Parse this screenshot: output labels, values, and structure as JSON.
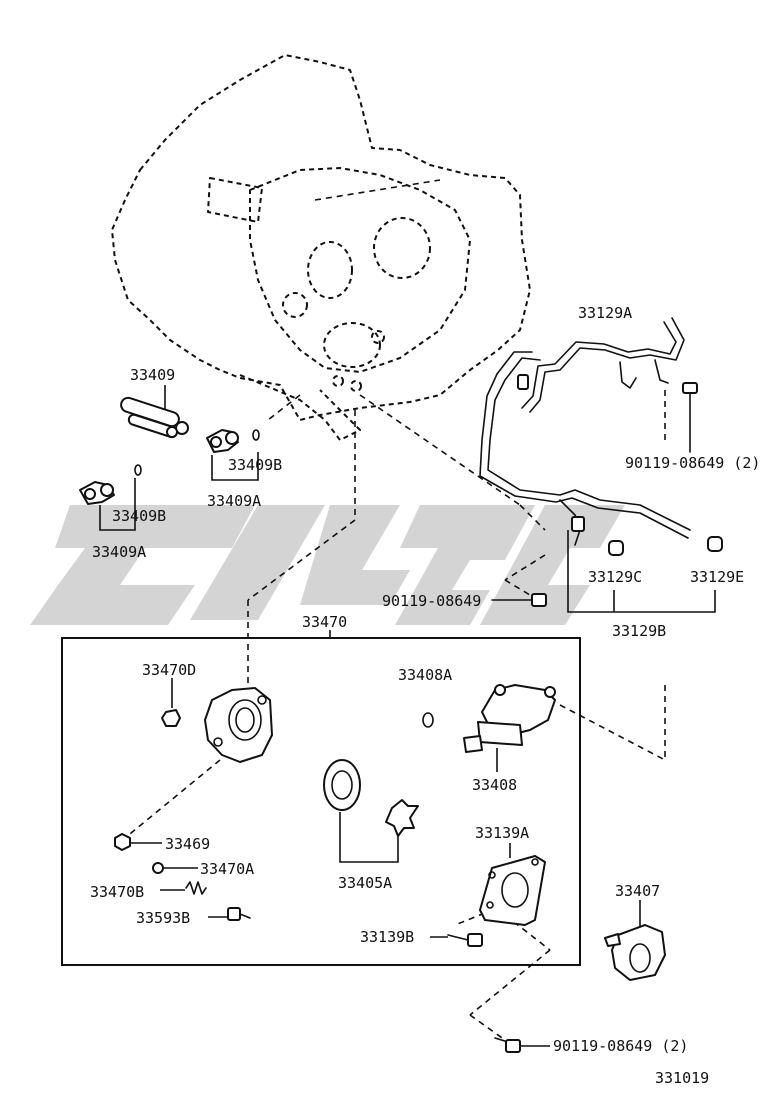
{
  "diagram_id": "331019",
  "group_label": "33470",
  "parts": {
    "p33409": "33409",
    "p33409A_1": "33409A",
    "p33409B_1": "33409B",
    "p33409A_2": "33409A",
    "p33409B_2": "33409B",
    "p33129A": "33129A",
    "p90119_a": "90119-08649 (2)",
    "p90119_b": "90119-08649",
    "p33129C": "33129C",
    "p33129E": "33129E",
    "p33129B": "33129B",
    "p33470D": "33470D",
    "p33408A": "33408A",
    "p33408": "33408",
    "p33469": "33469",
    "p33470A": "33470A",
    "p33470B": "33470B",
    "p33593B": "33593B",
    "p33405A": "33405A",
    "p33139A": "33139A",
    "p33139B": "33139B",
    "p33407": "33407",
    "p90119_c": "90119-08649 (2)"
  }
}
